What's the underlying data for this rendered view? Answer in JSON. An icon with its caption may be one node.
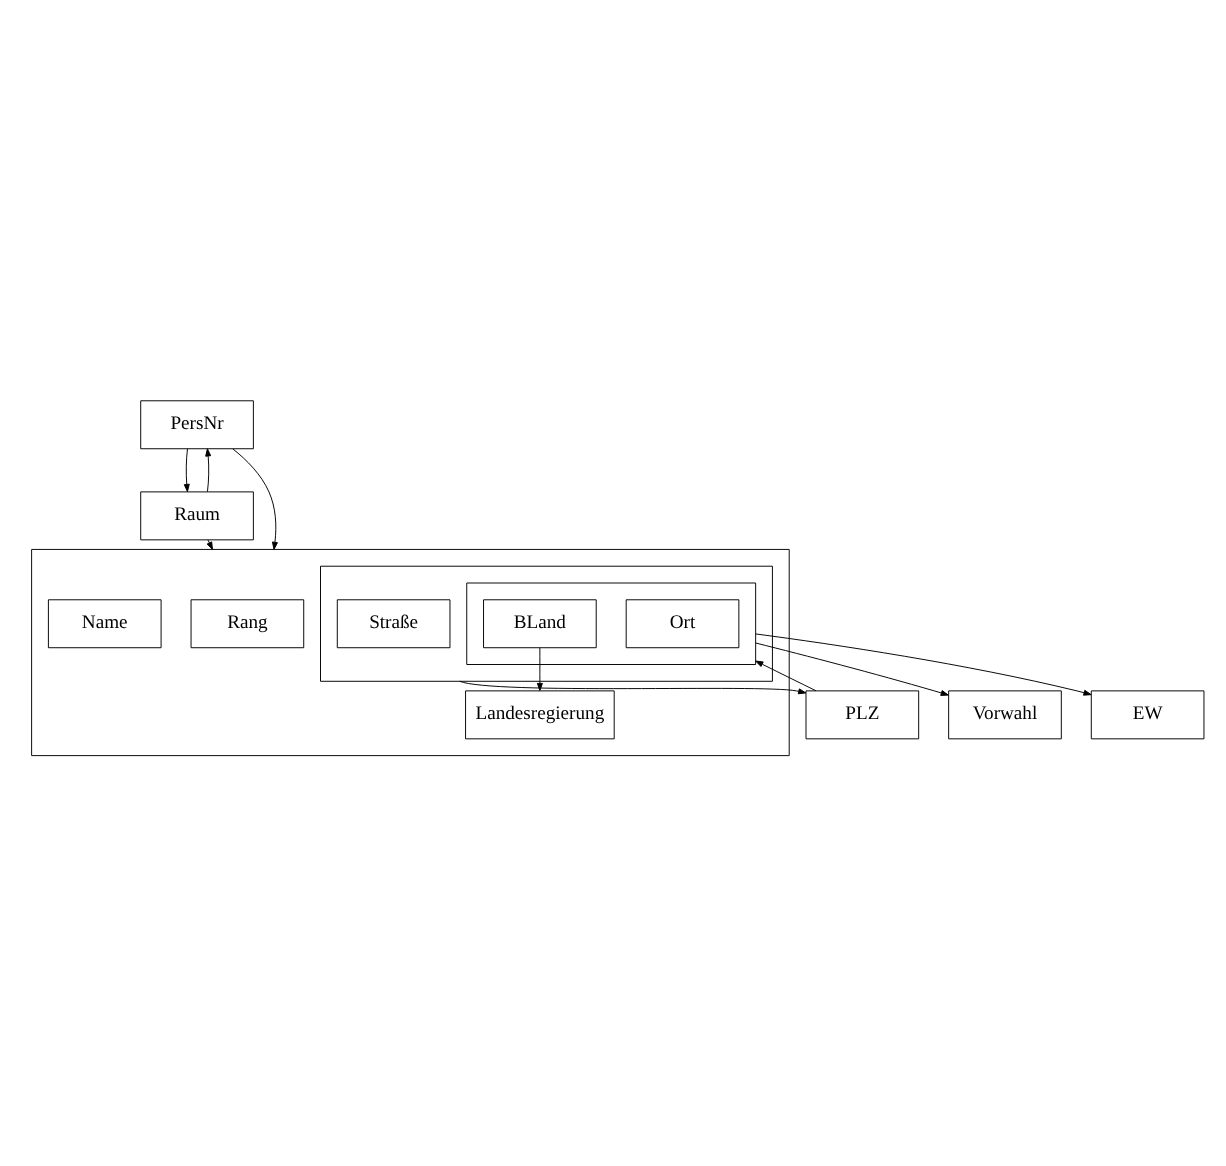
{
  "diagram": {
    "nodes": [
      {
        "text": [
          "PersNr"
        ]
      },
      {
        "text": [
          "Raum"
        ]
      },
      {
        "text": [],
        "shape": "box"
      },
      {
        "text": [
          "Rang"
        ],
        "in": 2
      },
      {
        "text": [
          "Name"
        ],
        "in": 2
      },
      {
        "text": [],
        "shape": "box",
        "in": 2
      },
      {
        "text": [
          "Straße"
        ],
        "in": 5
      },
      {
        "text": [],
        "shape": "box",
        "in": 5
      },
      {
        "text": [
          "Ort"
        ],
        "in": 7
      },
      {
        "text": [
          "BLand"
        ],
        "in": 7
      },
      {
        "text": [
          "Landesregierung"
        ],
        "in": 2
      },
      {
        "text": [
          "PLZ"
        ]
      },
      {
        "text": [
          "Vorwahl"
        ]
      },
      {
        "text": [
          "EW"
        ]
      }
    ],
    "edges": [
      {
        "from": 0,
        "to": 1,
        "arrow": "to"
      },
      {
        "from": 1,
        "to": 0,
        "arrow": "to"
      },
      {
        "from": 0,
        "to": 2,
        "arrow": "to"
      },
      {
        "from": 1,
        "to": 2,
        "arrow": "to"
      },
      {
        "from": 5,
        "to": 11,
        "arrow": "to"
      },
      {
        "from": 11,
        "to": 7,
        "arrow": "to"
      },
      {
        "from": 7,
        "to": 12,
        "arrow": "to"
      },
      {
        "from": 7,
        "to": 13,
        "arrow": "to"
      },
      {
        "from": 9,
        "to": 10,
        "arrow": "to"
      }
    ]
  }
}
